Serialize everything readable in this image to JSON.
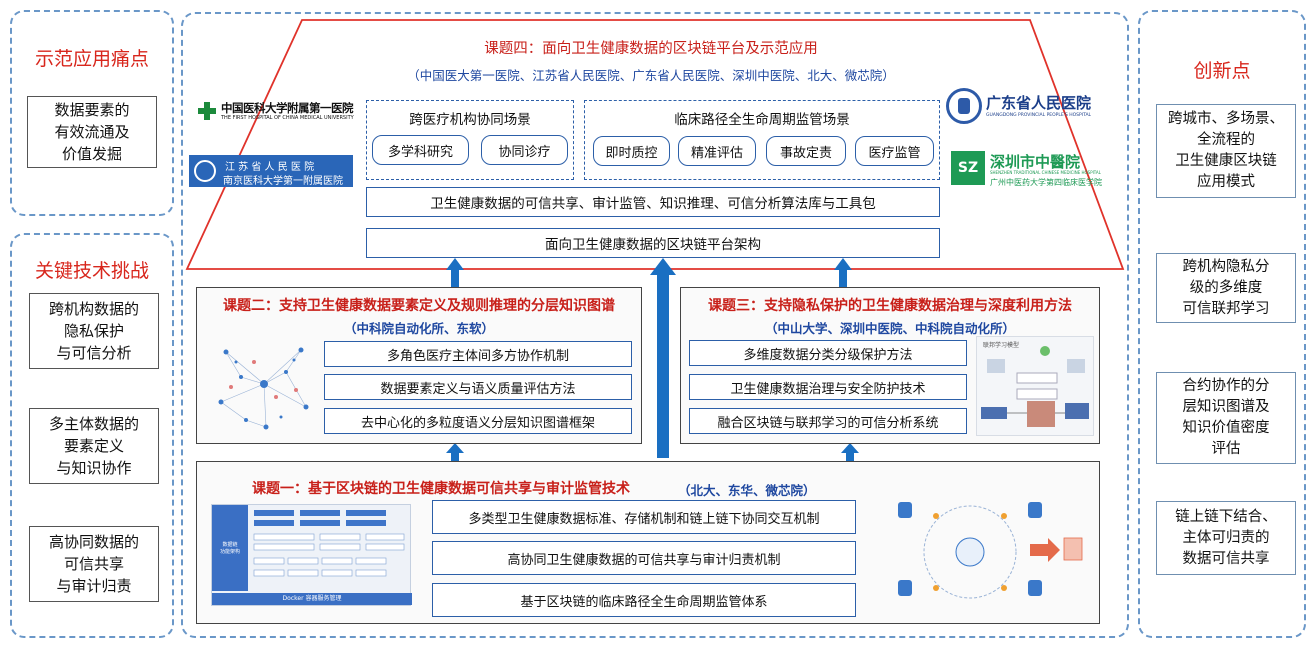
{
  "left": {
    "title1": "示范应用痛点",
    "pain": "数据要素的\n有效流通及\n价值发掘",
    "title2": "关键技术挑战",
    "challenges": [
      "跨机构数据的\n隐私保护\n与可信分析",
      "多主体数据的\n要素定义\n与知识协作",
      "高协同数据的\n可信共享\n与审计归责"
    ]
  },
  "right": {
    "title": "创新点",
    "items": [
      "跨城市、多场景、\n全流程的\n卫生健康区块链\n应用模式",
      "跨机构隐私分\n级的多维度\n可信联邦学习",
      "合约协作的分\n层知识图谱及\n知识价值密度\n评估",
      "链上链下结合、\n主体可归责的\n数据可信共享"
    ]
  },
  "topic4": {
    "title": "课题四：面向卫生健康数据的区块链平台及示范应用",
    "partners": "（中国医大第一医院、江苏省人民医院、广东省人民医院、深圳中医院、北大、微芯院）",
    "scene1": {
      "title": "跨医疗机构协同场景",
      "items": [
        "多学科研究",
        "协同诊疗"
      ]
    },
    "scene2": {
      "title": "临床路径全生命周期监管场景",
      "items": [
        "即时质控",
        "精准评估",
        "事故定责",
        "医疗监管"
      ]
    },
    "toolkit": "卫生健康数据的可信共享、审计监管、知识推理、可信分析算法库与工具包",
    "architecture": "面向卫生健康数据的区块链平台架构"
  },
  "logos": {
    "cmu_cn": "中国医科大学附属第一医院",
    "cmu_en": "THE FIRST HOSPITAL OF CHINA MEDICAL UNIVERSITY",
    "js_line1": "江 苏 省 人 民 医 院",
    "js_line2": "南京医科大学第一附属医院",
    "gd_cn": "广东省人民医院",
    "gd_en": "GUANGDONG PROVINCIAL PEOPLE'S HOSPITAL",
    "sz_mark": "SZ",
    "sz_cn": "深圳市中醫院",
    "sz_en": "SHENZHEN TRADITIONAL CHINESE MEDICINE HOSPITAL",
    "sz_sub": "广州中医药大学第四临床医学院"
  },
  "topic2": {
    "title": "课题二：支持卫生健康数据要素定义及规则推理的分层知识图谱",
    "partners": "（中科院自动化所、东软）",
    "items": [
      "多角色医疗主体间多方协作机制",
      "数据要素定义与语义质量评估方法",
      "去中心化的多粒度语义分层知识图谱框架"
    ]
  },
  "topic3": {
    "title": "课题三：支持隐私保护的卫生健康数据治理与深度利用方法",
    "partners": "（中山大学、深圳中医院、中科院自动化所）",
    "items": [
      "多维度数据分类分级保护方法",
      "卫生健康数据治理与安全防护技术",
      "融合区块链与联邦学习的可信分析系统"
    ],
    "thumb_label": "联邦学习模型"
  },
  "topic1": {
    "title": "课题一：基于区块链的卫生健康数据可信共享与审计监管技术",
    "partners": "（北大、东华、微芯院）",
    "items": [
      "多类型卫生健康数据标准、存储机制和链上链下协同交互机制",
      "高协同卫生健康数据的可信共享与审计归责机制",
      "基于区块链的临床路径全生命周期监管体系"
    ],
    "thumb_side": "数据链\n功能架构",
    "thumb_bottom": "Docker 容器服务管理"
  },
  "colors": {
    "accent_red": "#d8261c",
    "accent_blue": "#1a6fc2",
    "frame_blue": "#6a97c8"
  }
}
